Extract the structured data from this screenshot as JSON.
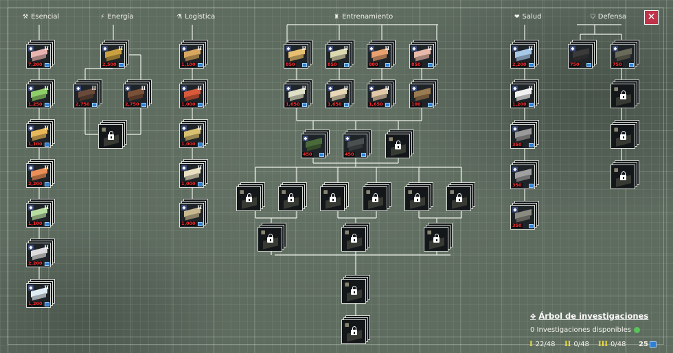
{
  "categories": [
    {
      "label": "Esencial",
      "icon": "hammer-icon"
    },
    {
      "label": "Energía",
      "icon": "lightning-icon"
    },
    {
      "label": "Logística",
      "icon": "flask-icon"
    },
    {
      "label": "Entrenamiento",
      "icon": "training-icon"
    },
    {
      "label": "Salud",
      "icon": "heart-icon"
    },
    {
      "label": "Defensa",
      "icon": "shield-icon"
    }
  ],
  "nodes": [
    {
      "id": "es1",
      "category": "Esencial",
      "state": "unlocked",
      "tier": "II",
      "cost": "7,200",
      "color": "#e8b4b0"
    },
    {
      "id": "es2",
      "category": "Esencial",
      "state": "unlocked",
      "tier": "II",
      "cost": "1,250",
      "color": "#8fcf6a"
    },
    {
      "id": "es3",
      "category": "Esencial",
      "state": "unlocked",
      "tier": "II",
      "cost": "1,100",
      "color": "#e9b85a"
    },
    {
      "id": "es4",
      "category": "Esencial",
      "state": "unlocked",
      "tier": "II",
      "cost": "2,200",
      "color": "#e98f57"
    },
    {
      "id": "es5",
      "category": "Esencial",
      "state": "unlocked",
      "tier": "II",
      "cost": "1,100",
      "color": "#b7dca0"
    },
    {
      "id": "es6",
      "category": "Esencial",
      "state": "unlocked",
      "tier": "II",
      "cost": "2,200",
      "color": "#dcdcdc"
    },
    {
      "id": "es7",
      "category": "Esencial",
      "state": "unlocked",
      "tier": "II",
      "cost": "1,200",
      "color": "#e0ecf4"
    },
    {
      "id": "en1",
      "category": "Energía",
      "state": "unlocked",
      "tier": "II",
      "cost": "2,500",
      "color": "#c9a040"
    },
    {
      "id": "en2",
      "category": "Energía",
      "state": "unlocked",
      "tier": "II",
      "cost": "2,750",
      "color": "#6a4a3a"
    },
    {
      "id": "en3",
      "category": "Energía",
      "state": "unlocked",
      "tier": "II",
      "cost": "2,750",
      "color": "#7a5038"
    },
    {
      "id": "en4",
      "category": "Energía",
      "state": "locked"
    },
    {
      "id": "lo1",
      "category": "Logística",
      "state": "unlocked",
      "tier": "II",
      "cost": "1,100",
      "color": "#d8a860"
    },
    {
      "id": "lo2",
      "category": "Logística",
      "state": "unlocked",
      "tier": "II",
      "cost": "1,000",
      "color": "#d85a3a"
    },
    {
      "id": "lo3",
      "category": "Logística",
      "state": "unlocked",
      "tier": "II",
      "cost": "1,000",
      "color": "#d8c070"
    },
    {
      "id": "lo4",
      "category": "Logística",
      "state": "unlocked",
      "tier": "II",
      "cost": "1,000",
      "color": "#e8e0c0"
    },
    {
      "id": "lo5",
      "category": "Logística",
      "state": "unlocked",
      "tier": "II",
      "cost": "1,000",
      "color": "#c8b890"
    },
    {
      "id": "tr1",
      "category": "Entrenamiento",
      "state": "unlocked",
      "tier": "II",
      "cost": "850",
      "color": "#e6c070"
    },
    {
      "id": "tr2",
      "category": "Entrenamiento",
      "state": "unlocked",
      "tier": "II",
      "cost": "850",
      "color": "#dcd8b0"
    },
    {
      "id": "tr3",
      "category": "Entrenamiento",
      "state": "unlocked",
      "tier": "II",
      "cost": "880",
      "color": "#e8a070"
    },
    {
      "id": "tr4",
      "category": "Entrenamiento",
      "state": "unlocked",
      "tier": "II",
      "cost": "850",
      "color": "#e8b8a8"
    },
    {
      "id": "tr5",
      "category": "Entrenamiento",
      "state": "unlocked",
      "tier": "II",
      "cost": "1,650",
      "color": "#e0e0c8"
    },
    {
      "id": "tr6",
      "category": "Entrenamiento",
      "state": "unlocked",
      "tier": "II",
      "cost": "1,650",
      "color": "#e8d8b8"
    },
    {
      "id": "tr7",
      "category": "Entrenamiento",
      "state": "unlocked",
      "tier": "II",
      "cost": "1,650",
      "color": "#e0c8a8"
    },
    {
      "id": "tr8",
      "category": "Entrenamiento",
      "state": "unlocked",
      "tier": "",
      "cost": "100",
      "color": "#9a7a50"
    },
    {
      "id": "tr9",
      "category": "Entrenamiento",
      "state": "unlocked",
      "tier": "",
      "cost": "450",
      "color": "#4a6a3a"
    },
    {
      "id": "tr10",
      "category": "Entrenamiento",
      "state": "unlocked",
      "tier": "",
      "cost": "450",
      "color": "#4a5050"
    },
    {
      "id": "tr11",
      "category": "Entrenamiento",
      "state": "locked"
    },
    {
      "id": "tr12",
      "category": "Entrenamiento",
      "state": "locked"
    },
    {
      "id": "tr13",
      "category": "Entrenamiento",
      "state": "locked"
    },
    {
      "id": "tr14",
      "category": "Entrenamiento",
      "state": "locked"
    },
    {
      "id": "tr15",
      "category": "Entrenamiento",
      "state": "locked"
    },
    {
      "id": "tr16",
      "category": "Entrenamiento",
      "state": "locked"
    },
    {
      "id": "tr17",
      "category": "Entrenamiento",
      "state": "locked"
    },
    {
      "id": "tr18",
      "category": "Entrenamiento",
      "state": "locked"
    },
    {
      "id": "tr19",
      "category": "Entrenamiento",
      "state": "locked"
    },
    {
      "id": "tr20",
      "category": "Entrenamiento",
      "state": "locked"
    },
    {
      "id": "tr21",
      "category": "Entrenamiento",
      "state": "locked"
    },
    {
      "id": "tr22",
      "category": "Entrenamiento",
      "state": "locked"
    },
    {
      "id": "sa1",
      "category": "Salud",
      "state": "unlocked",
      "tier": "II",
      "cost": "2,200",
      "color": "#a8c8e8"
    },
    {
      "id": "sa2",
      "category": "Salud",
      "state": "unlocked",
      "tier": "II",
      "cost": "1,200",
      "color": "#f0f0f0"
    },
    {
      "id": "sa3",
      "category": "Salud",
      "state": "unlocked",
      "tier": "",
      "cost": "350",
      "color": "#9a9a9a"
    },
    {
      "id": "sa4",
      "category": "Salud",
      "state": "unlocked",
      "tier": "",
      "cost": "350",
      "color": "#a0a0a0"
    },
    {
      "id": "sa5",
      "category": "Salud",
      "state": "unlocked",
      "tier": "",
      "cost": "350",
      "color": "#8a8a80"
    },
    {
      "id": "de1",
      "category": "Defensa",
      "state": "unlocked",
      "tier": "",
      "cost": "750",
      "color": "#3a3a3a"
    },
    {
      "id": "de2",
      "category": "Defensa",
      "state": "unlocked",
      "tier": "",
      "cost": "750",
      "color": "#6a6a5a"
    },
    {
      "id": "de3",
      "category": "Defensa",
      "state": "locked"
    },
    {
      "id": "de4",
      "category": "Defensa",
      "state": "locked"
    },
    {
      "id": "de5",
      "category": "Defensa",
      "state": "locked"
    }
  ],
  "panel": {
    "title": "Árbol de investigaciones",
    "available": "0 Investigaciones disponibles",
    "tiers": [
      {
        "numeral": "I",
        "value": "22/48"
      },
      {
        "numeral": "II",
        "value": "0/48"
      },
      {
        "numeral": "III",
        "value": "0/48"
      }
    ],
    "points": "25"
  },
  "colors": {
    "background": "#5e6b5f",
    "card": "#14171a",
    "cost": "#ff2a2a",
    "close": "#c0344a",
    "tier_numeral": "#f0e046"
  }
}
